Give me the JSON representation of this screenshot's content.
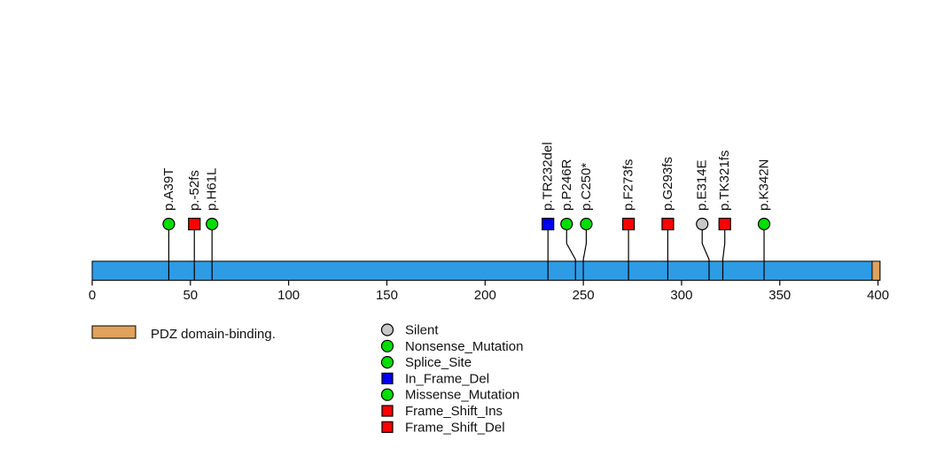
{
  "chart_data": {
    "type": "lollipop",
    "title": "",
    "protein_length": 401,
    "xlim": [
      0,
      400
    ],
    "x_ticks": [
      0,
      50,
      100,
      150,
      200,
      250,
      300,
      350,
      400
    ],
    "colors": {
      "backbone_blue": "#2E9BE5",
      "domain_orange": "#E0A25C",
      "green": "#00E000",
      "red": "#FF0000",
      "blue": "#0000F0",
      "gray": "#C8C8C8",
      "stroke": "#000000"
    },
    "domains": [
      {
        "label": "PDZ domain-binding.",
        "start": 397,
        "end": 401
      }
    ],
    "mutations": [
      {
        "label": "p.A39T",
        "pos": 39,
        "marker_pos": 39,
        "shape": "circle",
        "color": "#00E000"
      },
      {
        "label": "p.-52fs",
        "pos": 52,
        "marker_pos": 52,
        "shape": "square",
        "color": "#FF0000"
      },
      {
        "label": "p.H61L",
        "pos": 61,
        "marker_pos": 61,
        "shape": "circle",
        "color": "#00E000"
      },
      {
        "label": "p.TR232del",
        "pos": 232,
        "marker_pos": 232,
        "shape": "square",
        "color": "#0000F0"
      },
      {
        "label": "p.P246R",
        "pos": 246,
        "marker_pos": 241.5,
        "shape": "circle",
        "color": "#00E000"
      },
      {
        "label": "p.C250*",
        "pos": 250,
        "marker_pos": 251.5,
        "shape": "circle",
        "color": "#00E000"
      },
      {
        "label": "p.F273fs",
        "pos": 273,
        "marker_pos": 273,
        "shape": "square",
        "color": "#FF0000"
      },
      {
        "label": "p.G293fs",
        "pos": 293,
        "marker_pos": 293,
        "shape": "square",
        "color": "#FF0000"
      },
      {
        "label": "p.E314E",
        "pos": 314,
        "marker_pos": 310.5,
        "shape": "circle",
        "color": "#C8C8C8"
      },
      {
        "label": "p.TK321fs",
        "pos": 321,
        "marker_pos": 322,
        "shape": "square",
        "color": "#FF0000"
      },
      {
        "label": "p.K342N",
        "pos": 342,
        "marker_pos": 342,
        "shape": "circle",
        "color": "#00E000"
      }
    ],
    "legend_domain": {
      "label": "PDZ domain-binding.",
      "swatch_color": "#E0A25C"
    },
    "legend_mutation_types": [
      {
        "label": "Silent",
        "shape": "circle",
        "color": "#C8C8C8"
      },
      {
        "label": "Nonsense_Mutation",
        "shape": "circle",
        "color": "#00E000"
      },
      {
        "label": "Splice_Site",
        "shape": "circle",
        "color": "#00E000"
      },
      {
        "label": "In_Frame_Del",
        "shape": "square",
        "color": "#0000F0"
      },
      {
        "label": "Missense_Mutation",
        "shape": "circle",
        "color": "#00E000"
      },
      {
        "label": "Frame_Shift_Ins",
        "shape": "square",
        "color": "#FF0000"
      },
      {
        "label": "Frame_Shift_Del",
        "shape": "square",
        "color": "#FF0000"
      }
    ]
  }
}
